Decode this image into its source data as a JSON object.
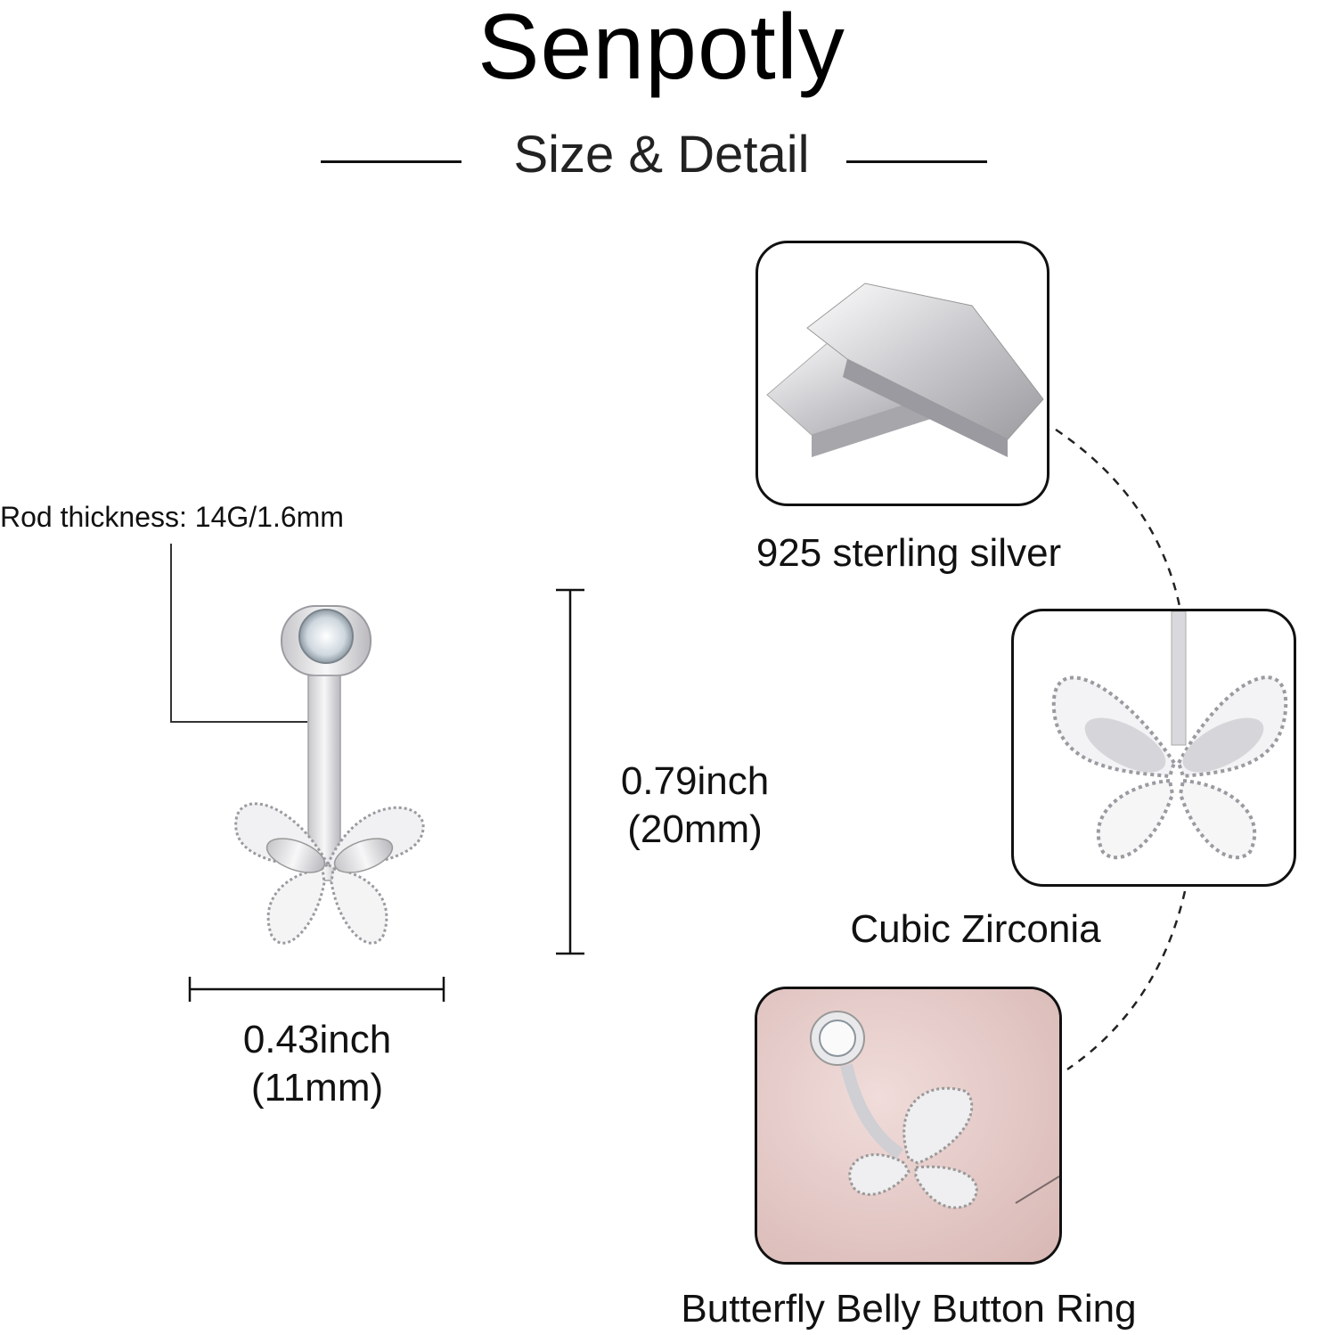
{
  "brand": "Senpotly",
  "section_title": "Size & Detail",
  "rod_label": "Rod thickness: 14G/1.6mm",
  "height": {
    "inch": "0.79inch",
    "mm": "(20mm)"
  },
  "width": {
    "inch": "0.43inch",
    "mm": "(11mm)"
  },
  "features": [
    {
      "label": "925 sterling silver",
      "icon": "silver-bars-image"
    },
    {
      "label": "Cubic Zirconia",
      "icon": "butterfly-closeup-image"
    },
    {
      "label": "Butterfly Belly Button Ring",
      "icon": "product-photo-image"
    }
  ],
  "colors": {
    "text": "#111111",
    "pink_bg": "#e8cfcc",
    "silver": "#d8d8dc"
  }
}
